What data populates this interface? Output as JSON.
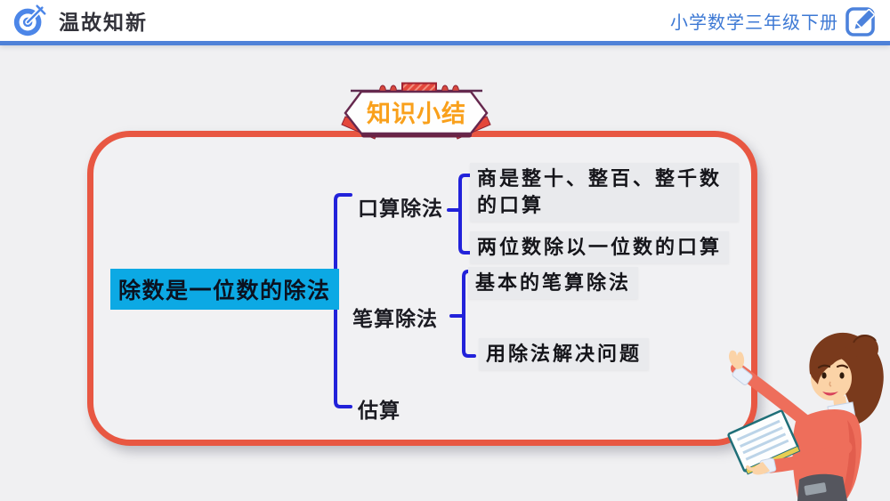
{
  "header": {
    "title": "温故知新",
    "course_label": "小学数学三年级下册",
    "accent_color": "#4F82D8"
  },
  "badge": {
    "label": "知识小结",
    "text_color": "#F9A01B"
  },
  "mindmap": {
    "root_label": "除数是一位数的除法",
    "root_highlight_color": "#0CA9E4",
    "connector_color": "#2222DA",
    "frame_border_color": "#E85742",
    "branches": [
      {
        "label": "口算除法",
        "children": [
          "商是整十、整百、整千数的口算",
          "两位数除以一位数的口算"
        ]
      },
      {
        "label": "笔算除法",
        "children": [
          "基本的笔算除法",
          "用除法解决问题"
        ]
      },
      {
        "label": "估算",
        "children": []
      }
    ]
  },
  "illustration": {
    "name": "teacher-pointing-with-book"
  }
}
